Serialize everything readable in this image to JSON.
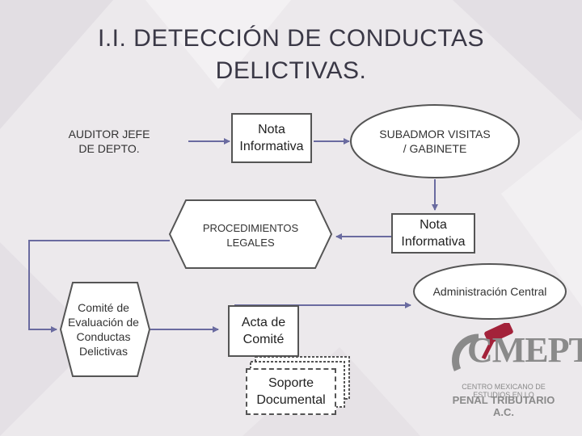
{
  "title": {
    "line1": "I.I. DETECCIÓN DE CONDUCTAS",
    "line2": "DELICTIVAS."
  },
  "nodes": {
    "auditor": "AUDITOR JEFE DE DEPTO.",
    "nota1": "Nota Informativa",
    "subadmor": "SUBADMOR VISITAS / GABINETE",
    "procedimientos": "PROCEDIMIENTOS LEGALES",
    "nota2": "Nota Informativa",
    "administracion": "Administración Central",
    "comite": "Comité de Evaluación de Conductas Delictivas",
    "acta": "Acta de Comité",
    "soporte": "Soporte Documental"
  },
  "logo": {
    "brand": "CMEPT",
    "line1": "CENTRO MEXICANO DE ESTUDIOS EN LO",
    "line2": "PENAL TRIBUTARIO A.C."
  },
  "colors": {
    "text": "#3a3846",
    "accent": "#a3223a",
    "arrow": "#6a6ba0"
  }
}
